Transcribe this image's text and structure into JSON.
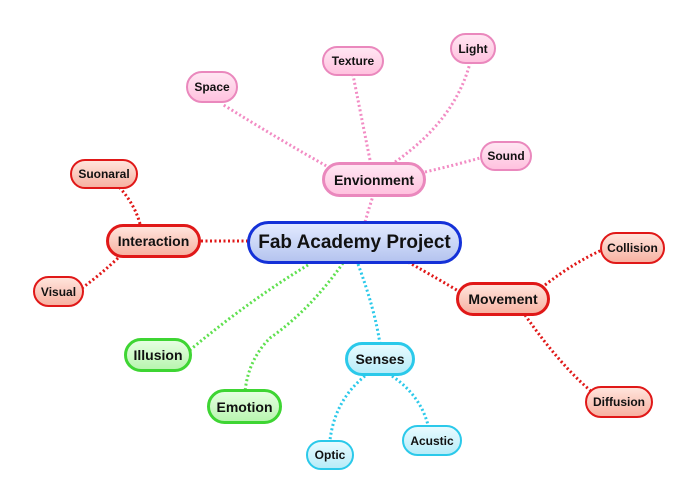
{
  "central": {
    "label": "Fab Academy Project"
  },
  "branches": {
    "environment": {
      "label": "Envionment",
      "children": {
        "space": "Space",
        "texture": "Texture",
        "light": "Light",
        "sound": "Sound"
      }
    },
    "interaction": {
      "label": "Interaction",
      "children": {
        "suonaral": "Suonaral",
        "visual": "Visual"
      }
    },
    "movement": {
      "label": "Movement",
      "children": {
        "collision": "Collision",
        "diffusion": "Diffusion"
      }
    },
    "illusion": {
      "label": "Illusion"
    },
    "emotion": {
      "label": "Emotion"
    },
    "senses": {
      "label": "Senses",
      "children": {
        "optic": "Optic",
        "acustic": "Acustic"
      }
    }
  },
  "colors": {
    "environment_link": "#f28cc4",
    "interaction_link": "#e01818",
    "movement_link": "#e01818",
    "emotion_link": "#5fe04f",
    "senses_link": "#2bc9ea"
  }
}
